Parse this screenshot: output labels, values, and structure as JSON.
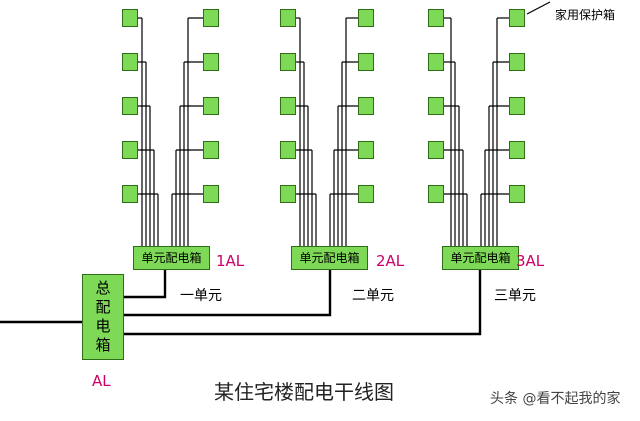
{
  "diagram": {
    "title": "某住宅楼配电干线图",
    "household_box_label": "家用保护箱",
    "main_box": {
      "text": "总配电箱",
      "code": "AL"
    },
    "units": [
      {
        "box_text": "单元配电箱",
        "code": "1AL",
        "name": "一单元"
      },
      {
        "box_text": "单元配电箱",
        "code": "2AL",
        "name": "二单元"
      },
      {
        "box_text": "单元配电箱",
        "code": "3AL",
        "name": "三单元"
      }
    ],
    "watermark": "头条 @看不起我的家",
    "colors": {
      "box_fill": "#7ed957",
      "box_border": "#2f6d16",
      "wire": "#000000",
      "code_text": "#cc0066"
    }
  }
}
